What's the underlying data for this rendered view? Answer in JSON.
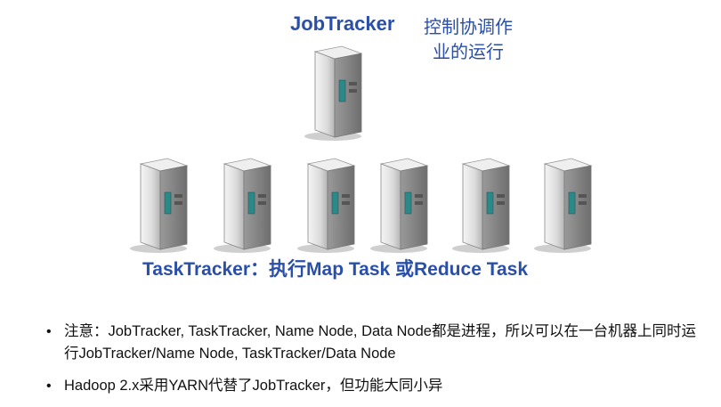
{
  "jobtracker": {
    "title": "JobTracker",
    "description_line1": "控制协调作",
    "description_line2": "业的运行"
  },
  "tasktracker": {
    "caption": "TaskTracker：执行Map Task 或Reduce Task"
  },
  "notes": [
    "注意：JobTracker, TaskTracker, Name Node, Data Node都是进程，所以可以在一台机器上同时运行JobTracker/Name Node, TaskTracker/Data Node",
    "Hadoop 2.x采用YARN代替了JobTracker，但功能大同小异"
  ],
  "colors": {
    "title_blue": "#2a4fa8",
    "server_body": "#e8e8e8",
    "server_panel": "#2a8a8a"
  },
  "icons": {
    "server": "server-tower-icon",
    "bullet": "bullet-dot"
  }
}
